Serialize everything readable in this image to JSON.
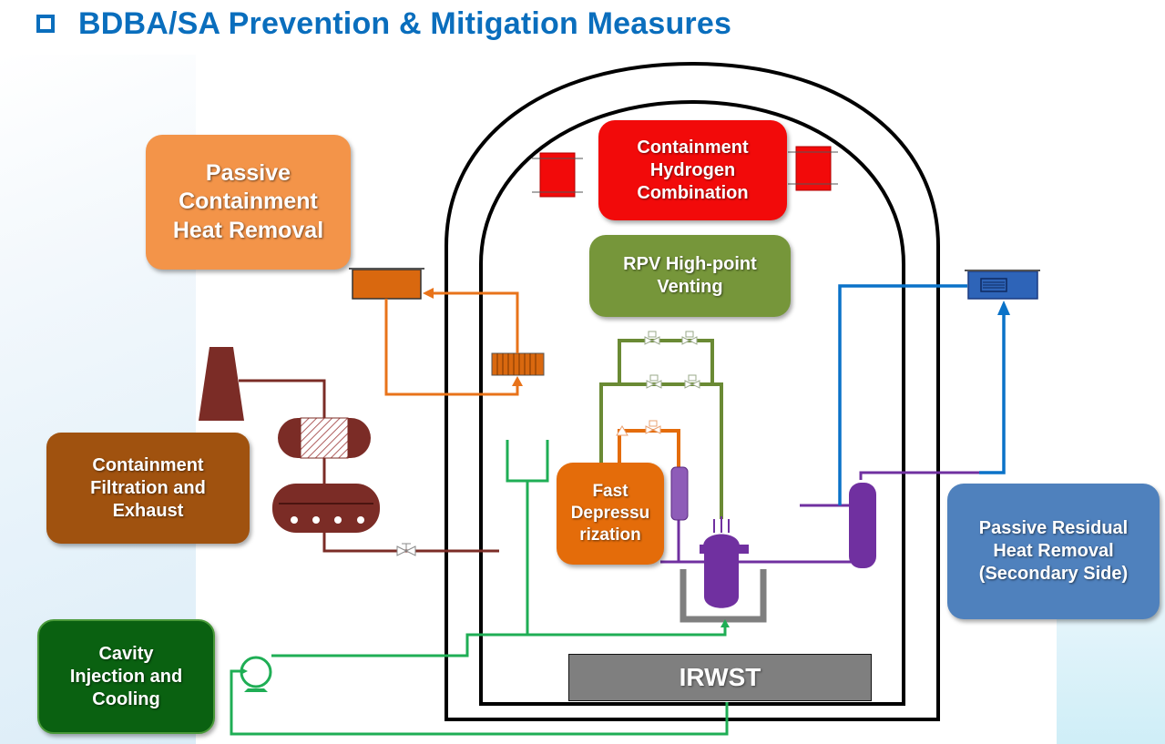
{
  "title": {
    "bullet_icon": "hollow-square-bullet",
    "text": "BDBA/SA Prevention & Mitigation Measures"
  },
  "labels": {
    "passive_containment_heat_removal": "Passive\nContainment\nHeat Removal",
    "containment_hydrogen_combination": "Containment\nHydrogen\nCombination",
    "rpv_high_point_venting": "RPV High-point\nVenting",
    "containment_filtration_exhaust": "Containment\nFiltration and\nExhaust",
    "fast_depressurization": "Fast\nDepressu\nrization",
    "passive_residual_heat_removal": "Passive Residual\nHeat Removal\n(Secondary Side)",
    "cavity_injection_cooling": "Cavity\nInjection and\nCooling",
    "irwst": "IRWST"
  },
  "colors": {
    "title": "#0a6ebd",
    "pchr": "#f39449",
    "pchr_line": "#e8731a",
    "chc": "#f20a0a",
    "rpv": "#76963a",
    "cfe": "#a0520f",
    "cfe_line": "#7b2c26",
    "fd": "#e46c0a",
    "prhr": "#4f81bd",
    "prhr_line": "#0a72c8",
    "cic": "#0a6111",
    "cic_line": "#1fae55",
    "primary_loop": "#7030a0",
    "irwst": "#7f7f7f"
  }
}
